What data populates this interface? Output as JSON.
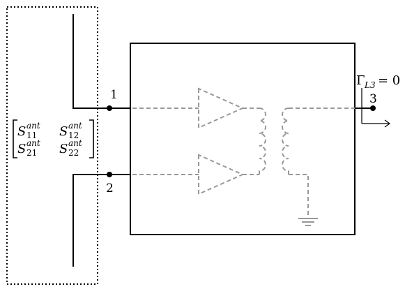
{
  "ports": {
    "p1": "1",
    "p2": "2",
    "p3": "3"
  },
  "matrix": {
    "s11": {
      "base": "S",
      "sup": "ant",
      "sub": "11"
    },
    "s12": {
      "base": "S",
      "sup": "ant",
      "sub": "12"
    },
    "s21": {
      "base": "S",
      "sup": "ant",
      "sub": "21"
    },
    "s22": {
      "base": "S",
      "sup": "ant",
      "sub": "22"
    }
  },
  "load": {
    "symbol": "Γ",
    "sub": "L3",
    "rhs": "= 0"
  },
  "colors": {
    "wire": "#000000",
    "dashed": "#999999",
    "box": "#000000"
  }
}
